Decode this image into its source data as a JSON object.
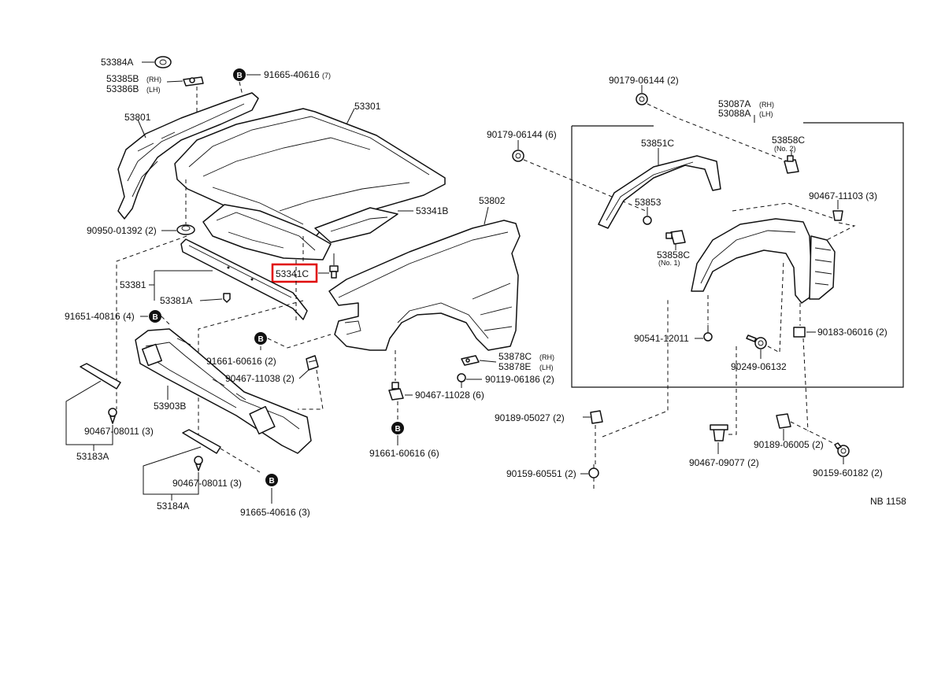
{
  "diagram_id": "NB 1158",
  "highlight": {
    "label": "53341C",
    "color": "#e00000"
  },
  "labels": {
    "p53384A": "53384A",
    "p53385B": "53385B",
    "p53385B_q": "(RH)",
    "p53386B": "53386B",
    "p53386B_q": "(LH)",
    "p91665_40616_7": "91665-40616",
    "p91665_40616_7_q": "(7)",
    "p53801": "53801",
    "p53301": "53301",
    "p53341B": "53341B",
    "p53802": "53802",
    "p90950_01392": "90950-01392 (2)",
    "p53381": "53381",
    "p53381A": "53381A",
    "p53341C": "53341C",
    "p91651_40816": "91651-40816 (4)",
    "p91661_60616_2": "91661-60616 (2)",
    "p90467_11038": "90467-11038 (2)",
    "p53903B": "53903B",
    "p90467_08011_a": "90467-08011 (3)",
    "p53183A": "53183A",
    "p90467_08011_b": "90467-08011 (3)",
    "p53184A": "53184A",
    "p91665_40616_3": "91665-40616 (3)",
    "p53878C": "53878C",
    "p53878C_q": "(RH)",
    "p53878E": "53878E",
    "p53878E_q": "(LH)",
    "p90119_06186": "90119-06186 (2)",
    "p90467_11028": "90467-11028 (6)",
    "p91661_60616_6": "91661-60616 (6)",
    "p90189_05027": "90189-05027 (2)",
    "p90159_60551": "90159-60551 (2)",
    "p90179_06144_top": "90179-06144 (2)",
    "p53087A": "53087A",
    "p53087A_q": "(RH)",
    "p53088A": "53088A",
    "p53088A_q": "(LH)",
    "p90179_06144_left": "90179-06144 (6)",
    "p53851C": "53851C",
    "p53858C_top": "53858C",
    "p53858C_top_q": "(No. 2)",
    "p90467_11103": "90467-11103 (3)",
    "p53853": "53853",
    "p53858C_bot": "53858C",
    "p53858C_bot_q": "(No. 1)",
    "p90541_12011": "90541-12011",
    "p90183_06016": "90183-06016 (2)",
    "p90249_06132": "90249-06132",
    "p90467_09077": "90467-09077 (2)",
    "p90189_06005": "90189-06005 (2)",
    "p90159_60182": "90159-60182 (2)"
  },
  "badges": {
    "bolt_marker": "B"
  }
}
